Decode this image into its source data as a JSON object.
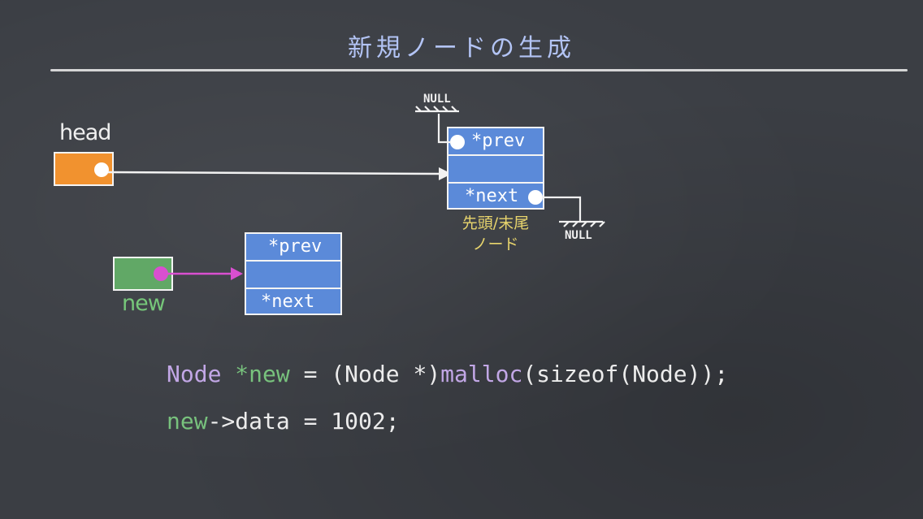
{
  "title": "新規ノードの生成",
  "head": {
    "label": "head",
    "color": "#f1922f"
  },
  "new_var": {
    "label": "new",
    "color": "#61a866"
  },
  "first_node": {
    "prev_field": "*prev",
    "next_field": "*next",
    "caption_line1": "先頭/末尾",
    "caption_line2": "ノード",
    "prev_null": "NULL",
    "next_null": "NULL",
    "color": "#5b8ad9"
  },
  "new_node": {
    "prev_field": "*prev",
    "next_field": "*next"
  },
  "code": {
    "line1": {
      "type": "Node",
      "var": "*new",
      "assign": " = ",
      "cast": "(Node *)",
      "func": "malloc",
      "args": "(sizeof(Node));"
    },
    "line2": {
      "var": "new",
      "rest": "->data = 1002;"
    }
  },
  "colors": {
    "pointer_arrow_new": "#d94fd0",
    "chalk": "#f2f2f2",
    "caption": "#e8d56d"
  }
}
